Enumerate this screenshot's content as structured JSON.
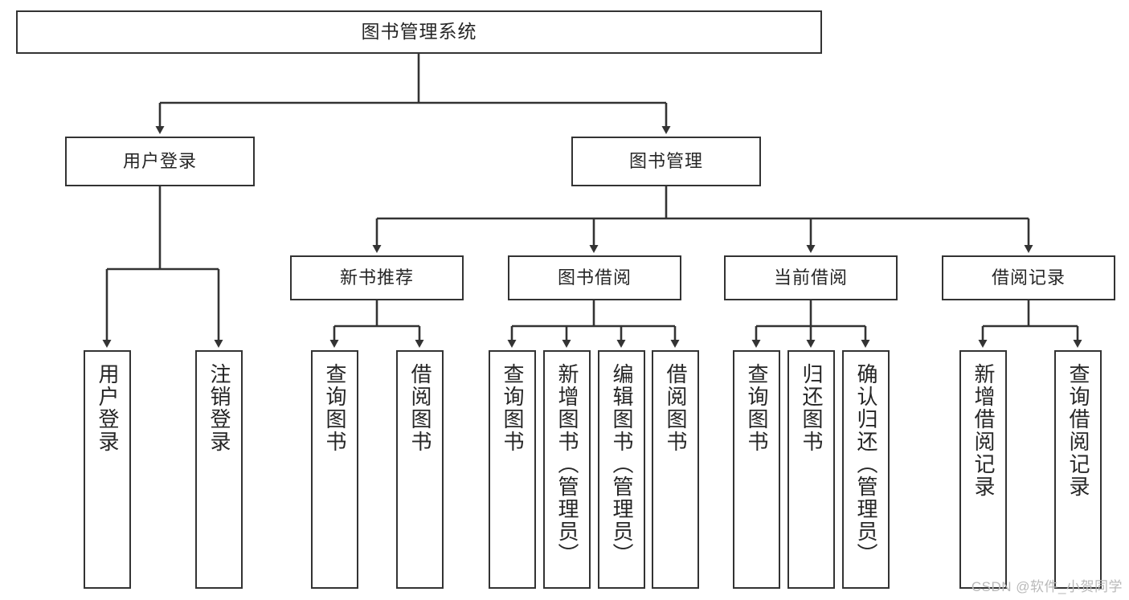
{
  "diagram": {
    "title": "图书管理系统",
    "type": "tree-hierarchy",
    "watermark": "CSDN @软件_小贺同学",
    "colors": {
      "background": "#ffffff",
      "box_border": "#333333",
      "box_fill": "#ffffff",
      "text": "#262626",
      "edge": "#333333",
      "watermark": "#b9b9b9"
    },
    "nodes": {
      "root": {
        "label": "图书管理系统",
        "orientation": "horizontal"
      },
      "level2": [
        {
          "id": "user-login",
          "label": "用户登录",
          "orientation": "horizontal"
        },
        {
          "id": "book-manage",
          "label": "图书管理",
          "orientation": "horizontal"
        }
      ],
      "level3": [
        {
          "id": "new-book-recommend",
          "label": "新书推荐",
          "orientation": "horizontal"
        },
        {
          "id": "book-borrow",
          "label": "图书借阅",
          "orientation": "horizontal"
        },
        {
          "id": "current-borrow",
          "label": "当前借阅",
          "orientation": "horizontal"
        },
        {
          "id": "borrow-record",
          "label": "借阅记录",
          "orientation": "horizontal"
        }
      ],
      "leaves": {
        "user-login": [
          {
            "id": "leaf-user-login",
            "label": "用户登录",
            "orientation": "vertical"
          },
          {
            "id": "leaf-logout",
            "label": "注销登录",
            "orientation": "vertical"
          }
        ],
        "new-book-recommend": [
          {
            "id": "leaf-query-book-1",
            "label": "查询图书",
            "orientation": "vertical"
          },
          {
            "id": "leaf-borrow-book-1",
            "label": "借阅图书",
            "orientation": "vertical"
          }
        ],
        "book-borrow": [
          {
            "id": "leaf-query-book-2",
            "label": "查询图书",
            "orientation": "vertical"
          },
          {
            "id": "leaf-add-book",
            "label": "新增图书（管理员）",
            "orientation": "vertical"
          },
          {
            "id": "leaf-edit-book",
            "label": "编辑图书（管理员）",
            "orientation": "vertical"
          },
          {
            "id": "leaf-borrow-book-2",
            "label": "借阅图书",
            "orientation": "vertical"
          }
        ],
        "current-borrow": [
          {
            "id": "leaf-query-book-3",
            "label": "查询图书",
            "orientation": "vertical"
          },
          {
            "id": "leaf-return-book",
            "label": "归还图书",
            "orientation": "vertical"
          },
          {
            "id": "leaf-confirm-return",
            "label": "确认归还（管理员）",
            "orientation": "vertical"
          }
        ],
        "borrow-record": [
          {
            "id": "leaf-add-record",
            "label": "新增借阅记录",
            "orientation": "vertical"
          },
          {
            "id": "leaf-query-record",
            "label": "查询借阅记录",
            "orientation": "vertical"
          }
        ]
      }
    }
  }
}
